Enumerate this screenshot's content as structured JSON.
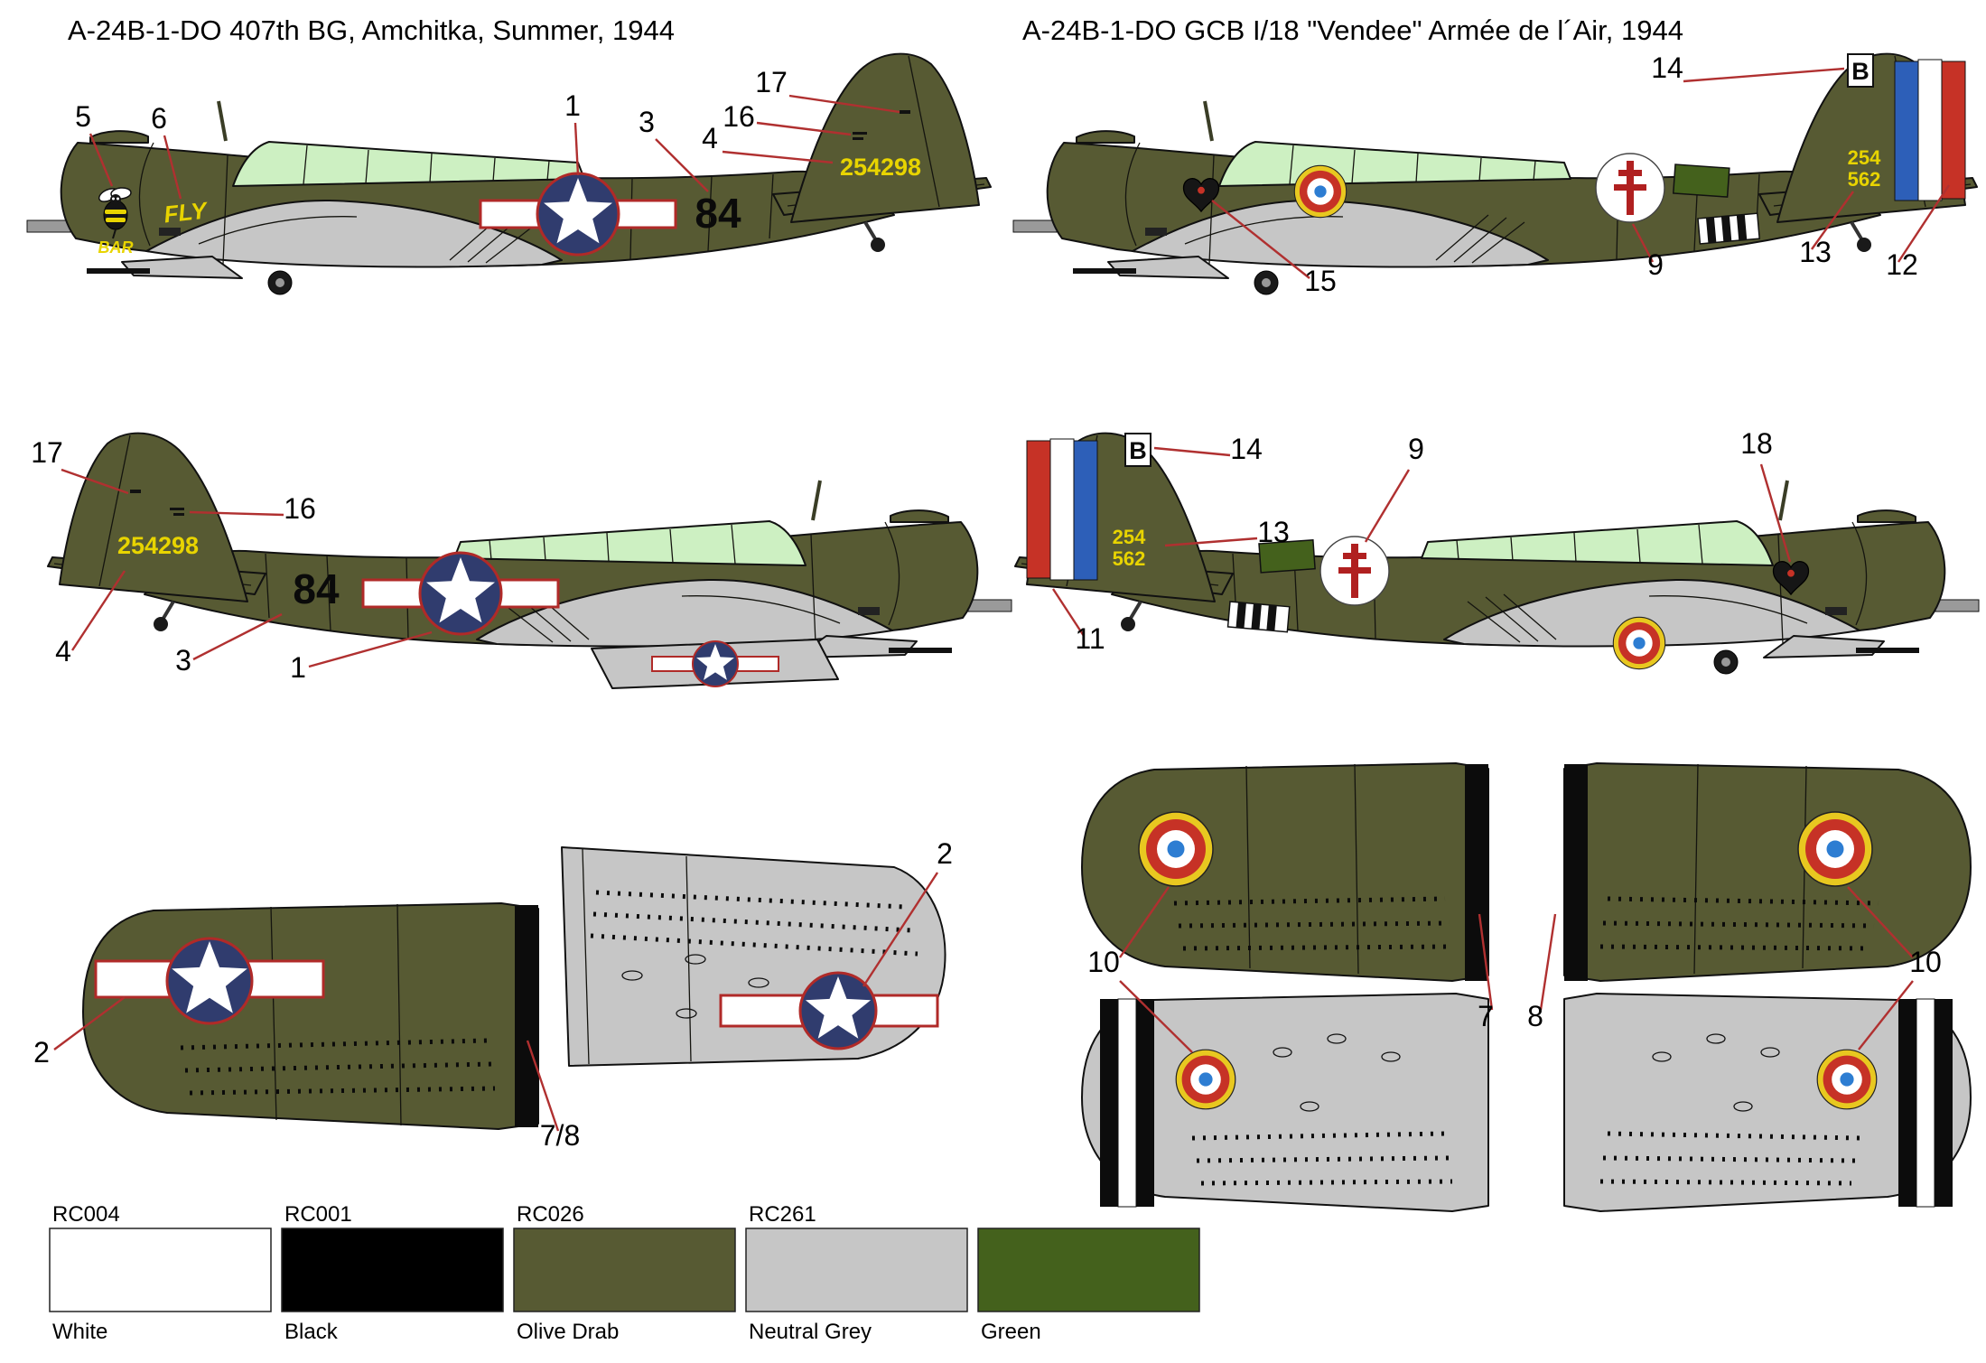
{
  "titles": {
    "left": "A-24B-1-DO 407th BG, Amchitka, Summer, 1944",
    "right": "A-24B-1-DO GCB I/18 \"Vendee\" Armée de l´Air, 1944"
  },
  "markings": {
    "us_serial": "254298",
    "us_fuselage_code": "84",
    "nose_art_text_top": "FLY",
    "nose_art_text_bottom": "BAR",
    "fr_tail_letter": "B",
    "fr_serial_line1": "254",
    "fr_serial_line2": "562"
  },
  "callouts": {
    "us_left": [
      "5",
      "6",
      "1",
      "3",
      "4",
      "16",
      "17"
    ],
    "us_right": [
      "17",
      "16",
      "4",
      "3",
      "1"
    ],
    "fr_left": [
      "14",
      "9",
      "13",
      "12",
      "15"
    ],
    "fr_right": [
      "14",
      "13",
      "9",
      "18",
      "11"
    ],
    "us_wing_top": "2",
    "us_wing_bottom": "2",
    "us_wing_edge": "7/8",
    "fr_wing_left": "10",
    "fr_wing_right": "10",
    "fr_wing_strip_left": "7",
    "fr_wing_strip_right": "8"
  },
  "color_chart": [
    {
      "code": "RC004",
      "name": "White",
      "hex": "#ffffff"
    },
    {
      "code": "RC001",
      "name": "Black",
      "hex": "#000000"
    },
    {
      "code": "RC026",
      "name": "Olive Drab",
      "hex": "#575a33"
    },
    {
      "code": "RC261",
      "name": "Neutral Grey",
      "hex": "#c6c6c6"
    },
    {
      "code": "",
      "name": "Green",
      "hex": "#44611c"
    }
  ],
  "palette": {
    "olive_drab": "#575a33",
    "neutral_grey": "#c6c6c6",
    "green": "#44611c",
    "canopy_glass": "#cdf0c2",
    "marking_yellow": "#e8d400",
    "insignia_blue": "#303c6e",
    "insignia_red": "#b02a28",
    "roundel_blue": "#2d7dd2",
    "roundel_red": "#c63226",
    "roundel_yellow": "#e8c820",
    "leader_line": "#b03030"
  }
}
